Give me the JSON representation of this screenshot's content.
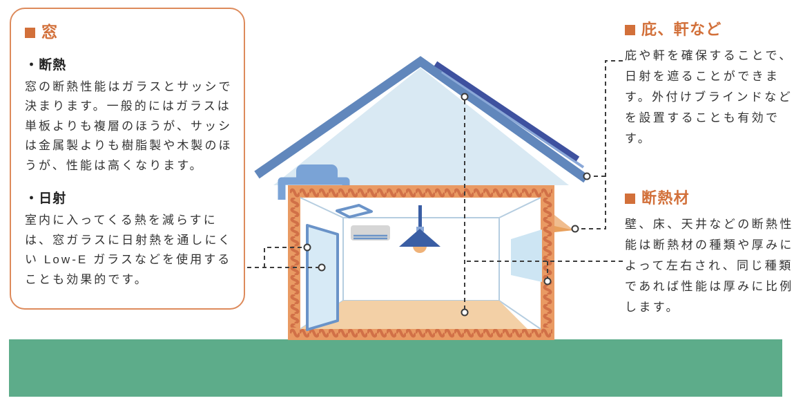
{
  "colors": {
    "accent_orange": "#d2703a",
    "box_border": "#dd8a5b",
    "body_text": "#333333",
    "roof_blue": "#6187bc",
    "panel_navy": "#3e519f",
    "panel_light": "#8aa8d8",
    "attic_light_blue": "#d9e9f3",
    "vent_blue": "#7aa3d6",
    "insulation_orange": "#e99a63",
    "insulation_coil": "#d17047",
    "line_light_blue": "#b5cde0",
    "door_fill": "#d7eaf6",
    "door_border": "#6a93c8",
    "ac_gray": "#d6d6d6",
    "lamp_blue": "#3a5ea4",
    "bulb_orange": "#efb278",
    "floor_tan": "#f3d0a6",
    "window_fill": "#cde5f3",
    "awning_tan": "#f0bd8f",
    "awning_shadow": "#e8a05c",
    "ground_green": "#5dac8a",
    "connector": "#3b3b3b"
  },
  "bullets": {
    "dot": "・"
  },
  "window_box": {
    "title": "窓",
    "sections": [
      {
        "subtitle": "断熱",
        "body": "窓の断熱性能はガラスとサッシで決まります。一般的にはガラスは単板よりも複層のほうが、サッシは金属製よりも樹脂製や木製のほうが、性能は高くなります。"
      },
      {
        "subtitle": "日射",
        "body": "室内に入ってくる熱を減らすには、窓ガラスに日射熱を通しにくい Low-E ガラスなどを使用することも効果的です。"
      }
    ]
  },
  "eaves_note": {
    "title": "庇、軒など",
    "body": "庇や軒を確保することで、日射を遮ることができます。外付けブラインドなどを設置することも有効です。"
  },
  "insulation_note": {
    "title": "断熱材",
    "body": "壁、床、天井などの断熱性能は断熱材の種類や厚みによって左右され、同じ種類であれば性能は厚みに比例します。"
  }
}
